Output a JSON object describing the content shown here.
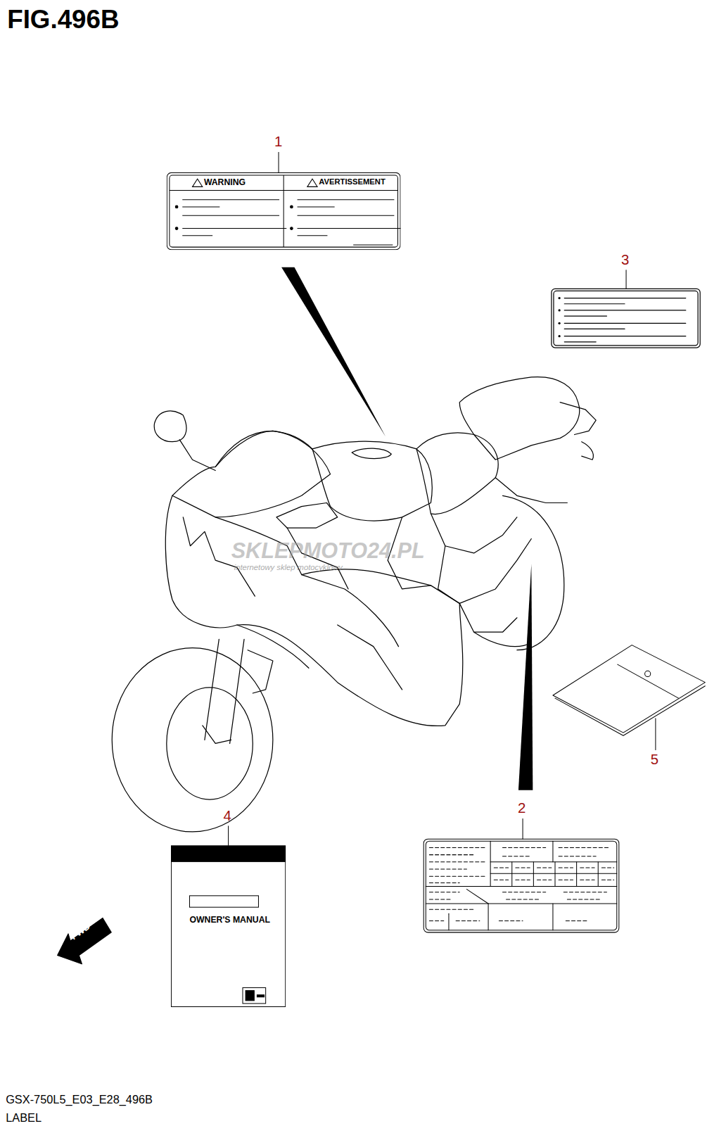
{
  "diagram": {
    "title": "FIG.496B",
    "nodes": [
      {
        "text": [
          "WARNING",
          "AVERTISSEMENT"
        ]
      },
      {
        "text": [
          "OWNER'S MANUAL"
        ]
      }
    ],
    "labels": [
      "1",
      "2",
      "3",
      "4",
      "5",
      "SKLEPMOTO24.PL",
      "internetowy sklep motocyklowy",
      "FWD",
      "GSX-750L5_E03_E28_496B",
      "LABEL"
    ]
  }
}
